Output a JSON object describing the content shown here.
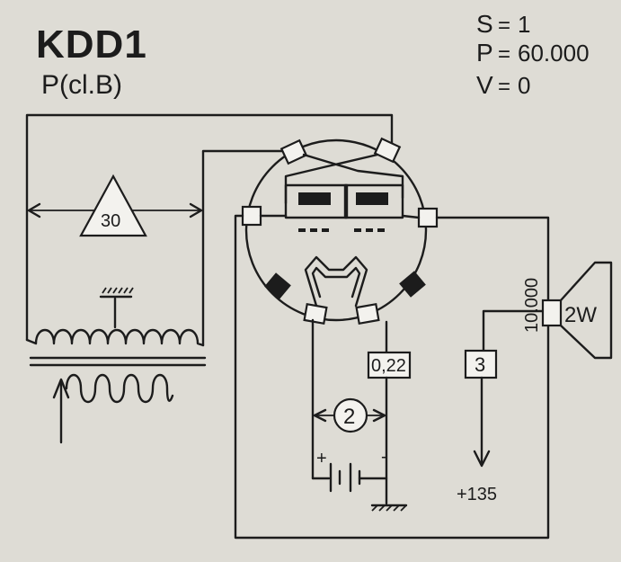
{
  "header": {
    "tube": "KDD1",
    "mode": "P(cl.B)"
  },
  "params": [
    {
      "key": "S",
      "eq": "=",
      "val": "1"
    },
    {
      "key": "P",
      "eq": "=",
      "val": "60.000"
    },
    {
      "key": "V",
      "eq": "=",
      "val": "0"
    }
  ],
  "labels": {
    "triangle": "30",
    "resistor_grid": "0,22",
    "battery_circle": "2",
    "resistor_supply": "3",
    "supply": "+135",
    "speaker_impedance": "10.000",
    "speaker_power": "2W",
    "battery_plus": "+",
    "battery_minus": "-"
  },
  "colors": {
    "background": "#dedcd5",
    "ink": "#1c1c1c",
    "box_fill": "#f3f2ee"
  }
}
